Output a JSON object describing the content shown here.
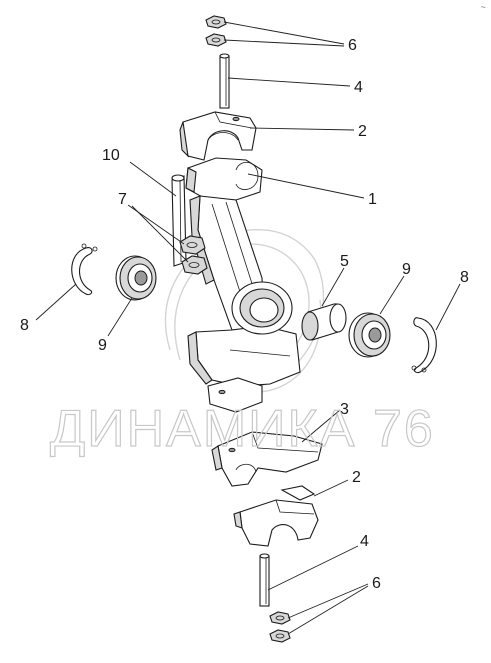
{
  "watermark": "ДИНАМИКА 76",
  "corner_mark": "~",
  "callouts": [
    {
      "id": "c6-top",
      "text": "6"
    },
    {
      "id": "c4-top",
      "text": "4"
    },
    {
      "id": "c2-top",
      "text": "2"
    },
    {
      "id": "c10",
      "text": "10"
    },
    {
      "id": "c1",
      "text": "1"
    },
    {
      "id": "c7",
      "text": "7"
    },
    {
      "id": "c5",
      "text": "5"
    },
    {
      "id": "c9-right",
      "text": "9"
    },
    {
      "id": "c8-right",
      "text": "8"
    },
    {
      "id": "c8-left",
      "text": "8"
    },
    {
      "id": "c9-left",
      "text": "9"
    },
    {
      "id": "c3",
      "text": "3"
    },
    {
      "id": "c2-bottom",
      "text": "2"
    },
    {
      "id": "c4-bottom",
      "text": "4"
    },
    {
      "id": "c6-bottom",
      "text": "6"
    }
  ]
}
